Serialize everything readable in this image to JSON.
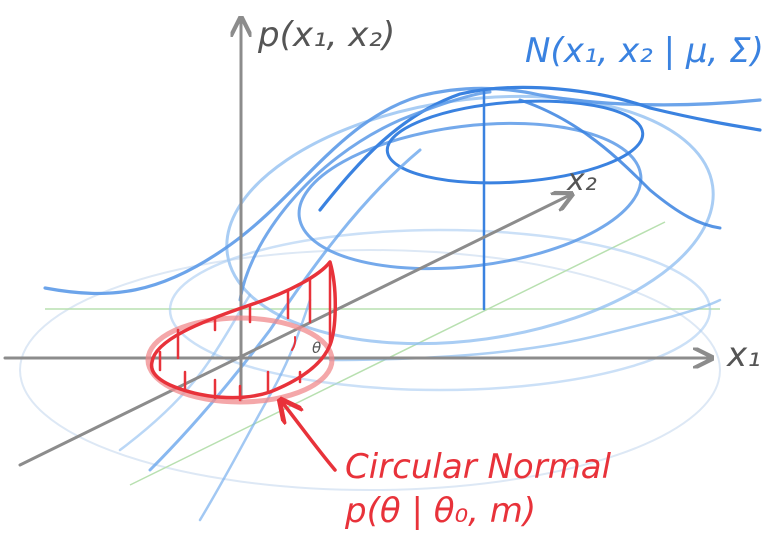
{
  "labels": {
    "y_axis": "p(x₁, x₂)",
    "x1_axis": "x₁",
    "x2_axis": "x₂",
    "gaussian": "N(x₁, x₂ | μ, Σ)",
    "theta": "θ",
    "circular_title": "Circular Normal",
    "circular_formula": "p(θ | θ₀, m)"
  },
  "colors": {
    "axis": "#8c8c8c",
    "gaussian_blue": "#3a82e0",
    "gaussian_light": "#8cbcf0",
    "circular_red": "#e8323a",
    "circular_light": "#f08a8c",
    "grid_green": "#b8e0b0"
  }
}
